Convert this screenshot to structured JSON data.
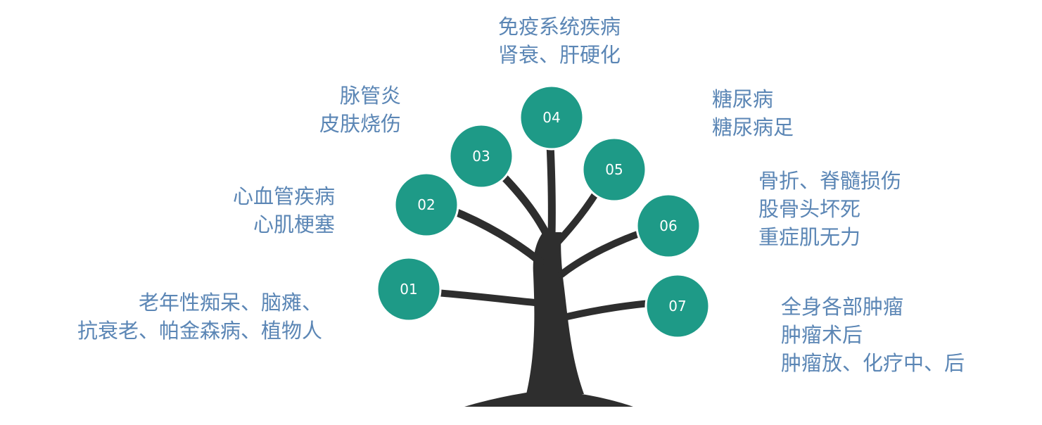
{
  "colors": {
    "node_fill": "#1e9a87",
    "node_stroke": "#ffffff",
    "trunk": "#2e2e2e",
    "label_text": "#5b86b5",
    "node_text": "#ffffff"
  },
  "nodes": [
    {
      "id": "01",
      "label": "01"
    },
    {
      "id": "02",
      "label": "02"
    },
    {
      "id": "03",
      "label": "03"
    },
    {
      "id": "04",
      "label": "04"
    },
    {
      "id": "05",
      "label": "05"
    },
    {
      "id": "06",
      "label": "06"
    },
    {
      "id": "07",
      "label": "07"
    }
  ],
  "labels": {
    "n01": {
      "lines": [
        "老年性痴呆、脑瘫、",
        "抗衰老、帕金森病、植物人"
      ]
    },
    "n02": {
      "lines": [
        "心血管疾病",
        "心肌梗塞"
      ]
    },
    "n03": {
      "lines": [
        "脉管炎",
        "皮肤烧伤"
      ]
    },
    "n04": {
      "lines": [
        "免疫系统疾病",
        "肾衰、肝硬化"
      ]
    },
    "n05": {
      "lines": [
        "糖尿病",
        "糖尿病足"
      ]
    },
    "n06": {
      "lines": [
        "骨折、脊髓损伤",
        "股骨头坏死",
        "重症肌无力"
      ]
    },
    "n07": {
      "lines": [
        "全身各部肿瘤",
        "肿瘤术后",
        "肿瘤放、化疗中、后"
      ]
    }
  }
}
